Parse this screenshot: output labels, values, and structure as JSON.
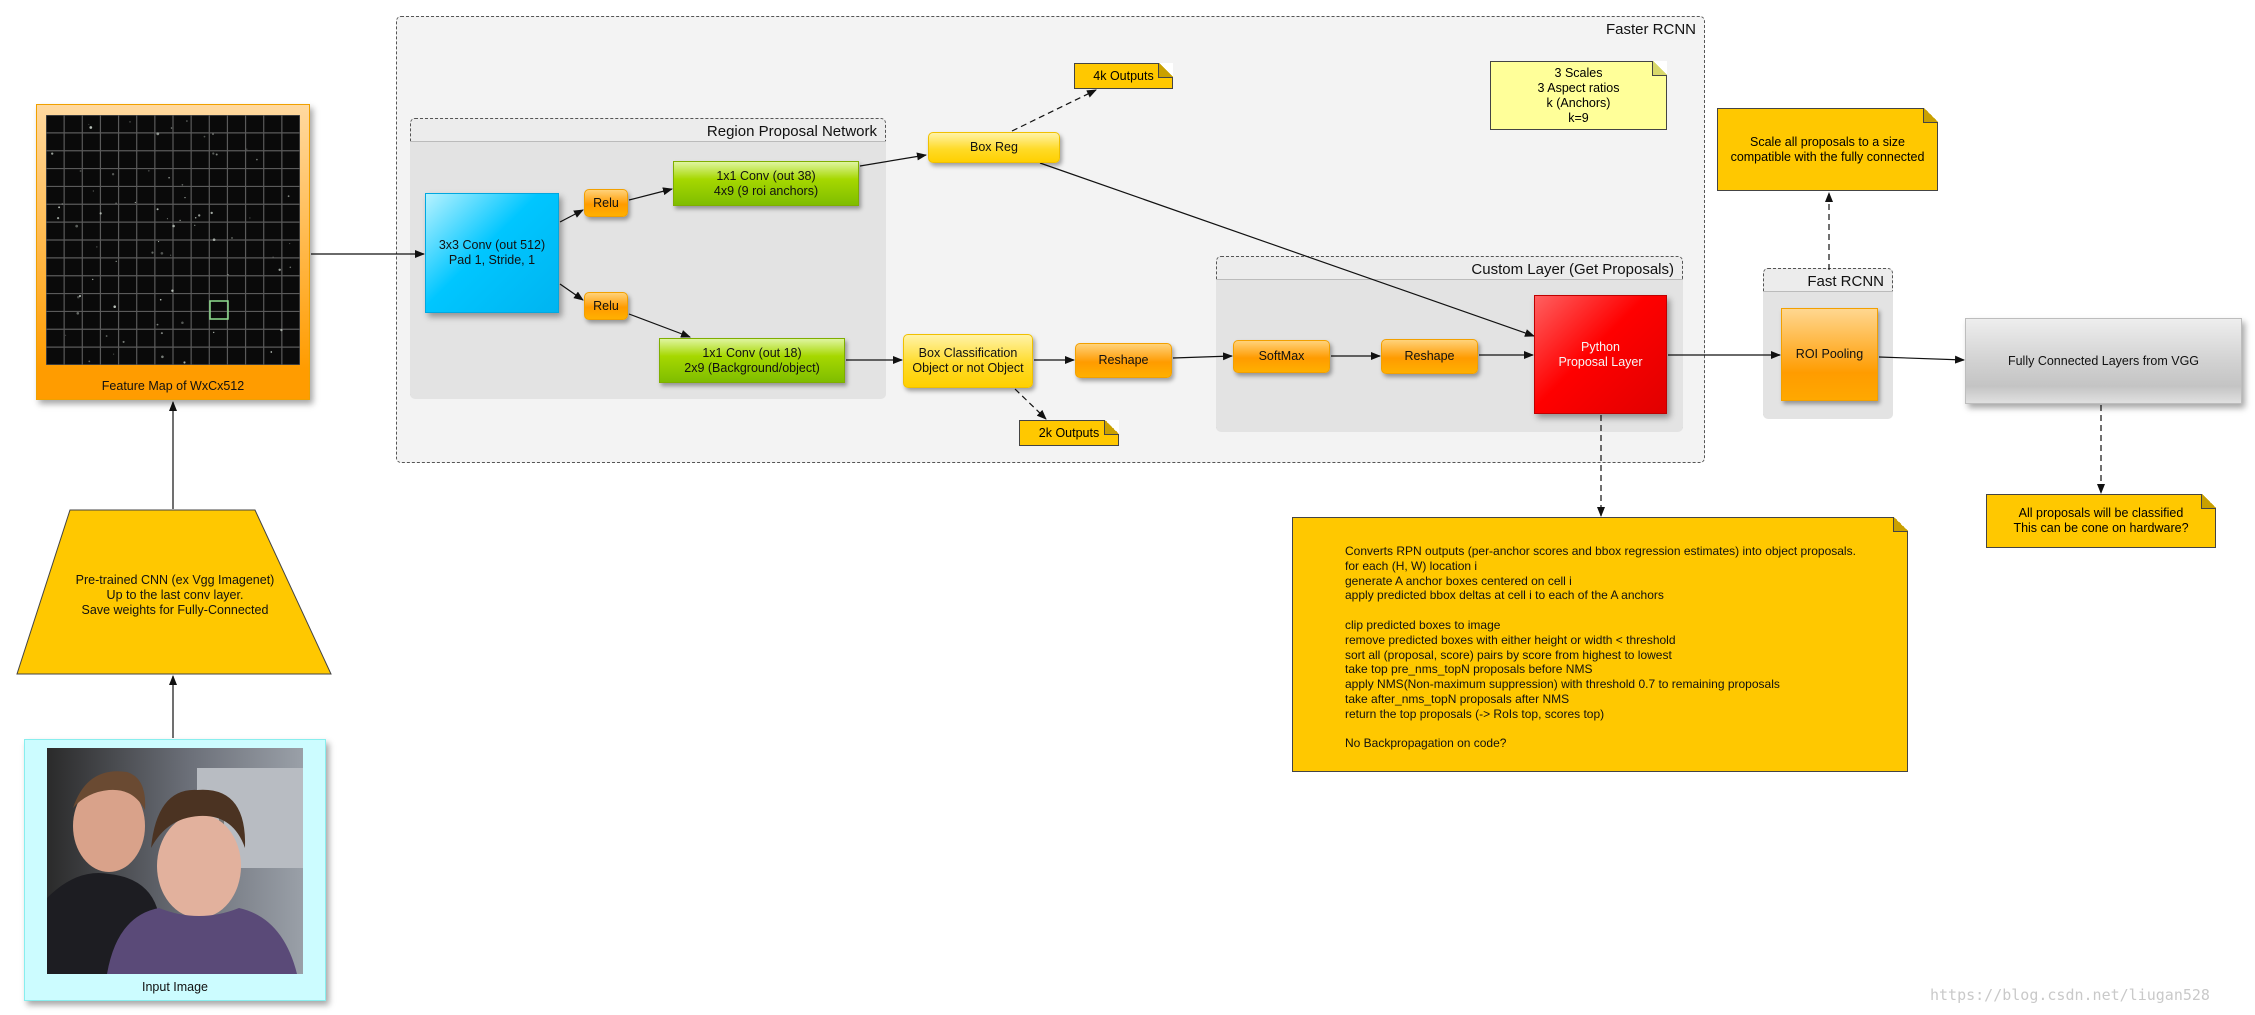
{
  "groups": {
    "faster_rcnn": "Faster RCNN",
    "rpn": "Region Proposal Network",
    "custom_layer": "Custom Layer (Get Proposals)",
    "fast_rcnn": "Fast RCNN"
  },
  "nodes": {
    "feature_map_label": "Feature Map of WxCx512",
    "input_image_label": "Input Image",
    "cnn": "Pre-trained CNN (ex Vgg Imagenet)\nUp to the last conv layer.\nSave weights for Fully-Connected",
    "conv3x3": "3x3 Conv (out 512)\nPad 1, Stride, 1",
    "relu_top": "Relu",
    "relu_bottom": "Relu",
    "conv1x1_top": "1x1 Conv (out 38)\n4x9 (9 roi anchors)",
    "conv1x1_bottom": "1x1 Conv (out 18)\n2x9 (Background/object)",
    "box_reg": "Box Reg",
    "box_cls": "Box Classification\nObject or not Object",
    "reshape1": "Reshape",
    "softmax": "SoftMax",
    "reshape2": "Reshape",
    "python_layer": "Python\nProposal Layer",
    "roi_pooling": "ROI Pooling",
    "fc_layers": "Fully Connected Layers from VGG"
  },
  "notes": {
    "out_4k": "4k Outputs",
    "out_2k": "2k Outputs",
    "anchors": "3 Scales\n3 Aspect ratios\nk (Anchors)\nk=9",
    "scale": "Scale all proposals to a size\ncompatible with the fully connected",
    "classify": "All proposals will be classified\nThis can be cone on hardware?",
    "proposal_lines": [
      "Converts RPN outputs (per-anchor scores and bbox regression estimates) into object proposals.",
      "for each (H, W) location i",
      "generate A anchor boxes centered on cell i",
      "apply predicted bbox deltas at cell i to each of the A anchors",
      "",
      "clip predicted boxes to image",
      "remove predicted boxes with either height or width < threshold",
      "sort all (proposal, score) pairs by score from highest to lowest",
      "take top pre_nms_topN proposals before NMS",
      "apply NMS(Non-maximum suppression) with threshold 0.7 to remaining proposals",
      "take after_nms_topN proposals after NMS",
      "return the top proposals (-> RoIs top, scores top)",
      "",
      "No Backpropagation on code?"
    ]
  },
  "watermark": "https://blog.csdn.net/liugan528"
}
